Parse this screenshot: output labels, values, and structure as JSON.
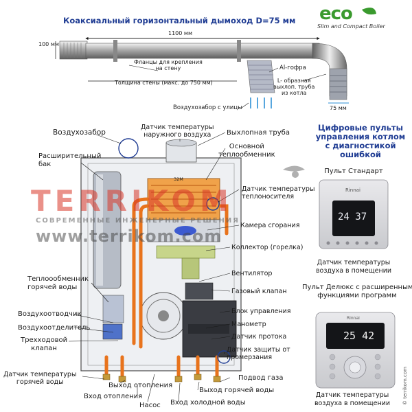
{
  "header": {
    "title": "Коаксиальный горизонтальный дымоход D=75 мм",
    "brand_logo": "eco",
    "brand_sub": "Slim and Compact Boiler"
  },
  "flue": {
    "dim_1100": "1100 мм",
    "dim_100": "100 мм",
    "dim_75": "75 мм",
    "flanges": "Фланцы для крепления\nна стену",
    "wall_thickness": "Толщина стены (макс. до 750 мм)",
    "al_gofra": "Al-гофра",
    "l_pipe": "L- образная\nвыхлоп. труба\nиз котла",
    "air_intake_street": "Воздухозабор с улицы"
  },
  "labels": {
    "air_intake": "Воздухозабор",
    "outdoor_sensor": "Датчик температуры\nнаружного воздуха",
    "exhaust_pipe": "Выхлопная труба",
    "main_hex": "Основной\nтеплообменник",
    "expansion_tank": "Расширительный\nбак",
    "coolant_sensor": "Датчик температуры\nтеплоносителя",
    "combustion_chamber": "Камера сгорания",
    "collector": "Коллектор (горелка)",
    "fan": "Вентилятор",
    "gas_valve": "Газовый клапан",
    "control_unit": "Блок управления",
    "manometer": "Манометр",
    "flow_sensor": "Датчик протока",
    "freeze_sensor": "Датчик защиты от\nпромерзания",
    "hot_water_hex": "Теплоообменник\nгорячей воды",
    "air_vent": "Воздухоотводчик",
    "air_separator": "Воздухоотделитель",
    "three_way_valve": "Трехходовой\nклапан",
    "hot_water_sensor": "Датчик температуры\nгорячей воды",
    "heating_out": "Выход отопления",
    "heating_in": "Вход отопления",
    "pump": "Насос",
    "gas_supply": "Подвод газа",
    "hot_water_out": "Выход горячей воды",
    "cold_water_in": "Вход холодной воды",
    "plate_32m": "32M"
  },
  "panels": {
    "heading": "Цифровые пульты\nуправления котлом\nс диагностикой\nошибкой",
    "standard_title": "Пульт Стандарт",
    "standard_brand": "Rinnai",
    "standard_display": "24 37",
    "standard_caption": "Датчик температуры\nвоздуха в помещении",
    "deluxe_title": "Пульт Делюкс с расширенными\nфункциями программ",
    "deluxe_brand": "Rinnai",
    "deluxe_display": "25 42",
    "deluxe_caption": "Датчик температуры\nвоздуха в помещении"
  },
  "watermark": {
    "logo": "TERRIKOM",
    "tagline": "СОВРЕМЕННЫЕ ИНЖЕНЕРНЫЕ РЕШЕНИЯ",
    "url": "www.terrikom.com",
    "side": "© terrikom.com"
  },
  "colors": {
    "title_blue": "#1f3c93",
    "pipe_orange": "#e8731c",
    "eco_green": "#3a9a2e",
    "watermark_red": "#d9382a"
  }
}
